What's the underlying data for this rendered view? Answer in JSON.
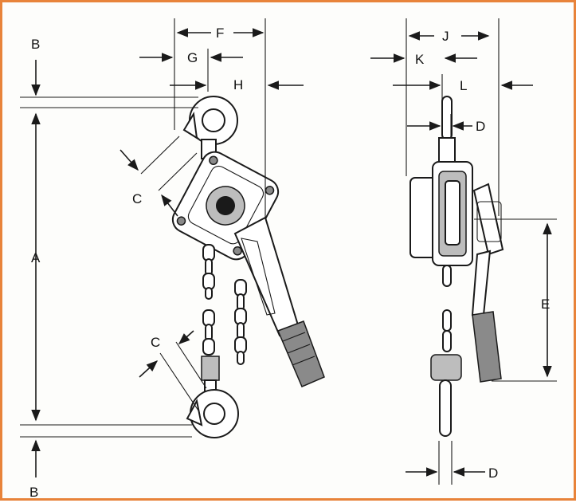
{
  "figure": {
    "border_color": "#e8833a",
    "labels": {
      "A": "A",
      "B_top": "B",
      "B_bottom": "B",
      "C_upper": "C",
      "C_lower": "C",
      "D_top": "D",
      "D_bottom": "D",
      "E": "E",
      "F": "F",
      "G": "G",
      "H": "H",
      "J": "J",
      "K": "K",
      "L": "L"
    }
  }
}
